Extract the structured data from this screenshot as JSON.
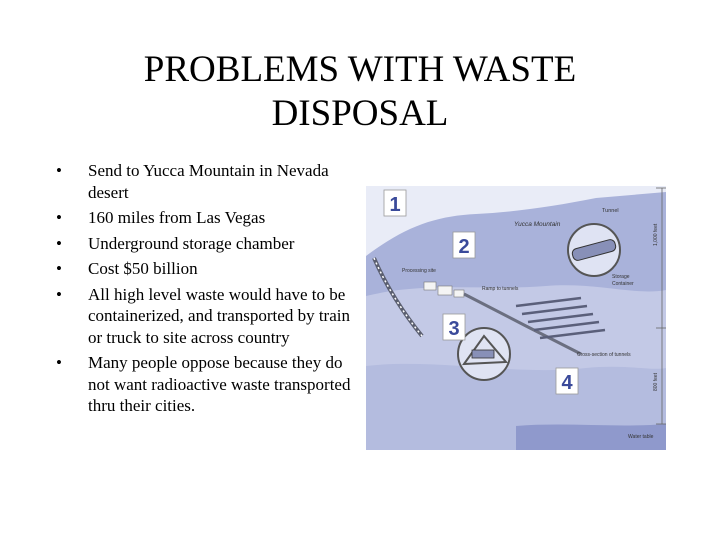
{
  "slide": {
    "title_line1": "PROBLEMS WITH WASTE",
    "title_line2": "DISPOSAL",
    "bullet_glyph": "•",
    "bullets": [
      "Send to Yucca Mountain in Nevada desert",
      "160 miles from Las Vegas",
      "Underground storage chamber",
      "Cost $50 billion",
      "All high level waste would have to be containerized, and transported by train or truck to site across country",
      "Many people oppose because they do not want radioactive waste transported thru their cities."
    ]
  },
  "figure": {
    "labels": {
      "n1": "1",
      "n2": "2",
      "n3": "3",
      "n4": "4",
      "tunnel": "Tunnel",
      "mountain": "Yucca Mountain",
      "processing": "Processing site",
      "ramp": "Ramp to tunnels",
      "storage_line1": "Storage",
      "storage_line2": "Container",
      "cross_section": "Cross-section of tunnels",
      "water_table": "Water table",
      "depth_top": "1,000 feet",
      "depth_bottom": "800 feet"
    },
    "colors": {
      "sky": "#e9ecf7",
      "mountain": "#a9b2da",
      "mountain_dark": "#8f99cc",
      "ground": "#c3c9e6",
      "number_blue": "#3a4a9a"
    }
  }
}
